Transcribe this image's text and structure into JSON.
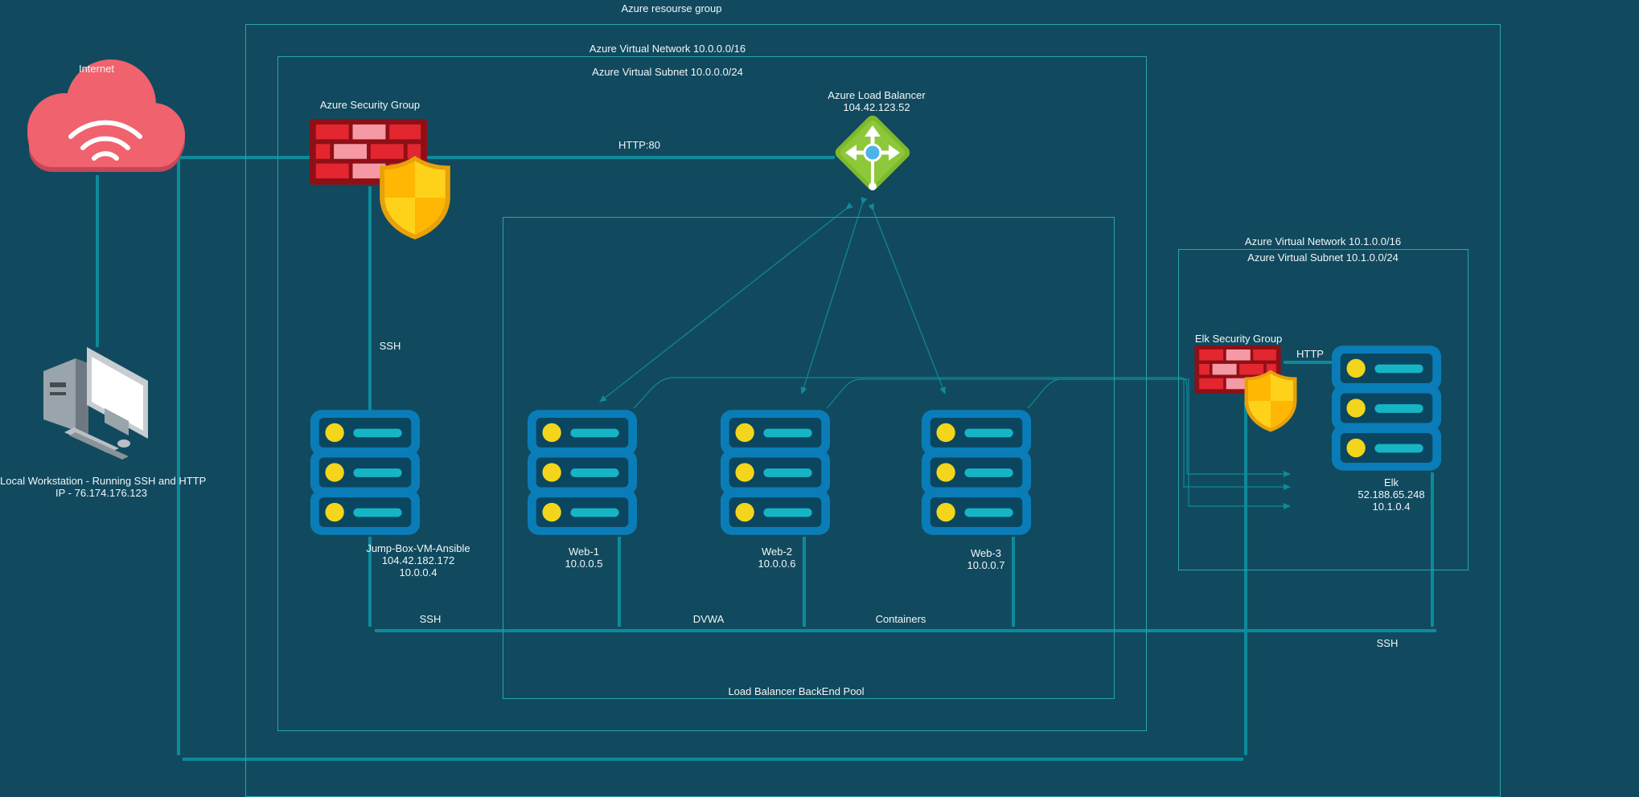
{
  "diagram": {
    "resource_group": "Azure resourse group",
    "vnet1": "Azure Virtual Network 10.0.0.0/16",
    "subnet1": "Azure Virtual Subnet 10.0.0.0/24",
    "vnet2": "Azure Virtual Network 10.1.0.0/16",
    "subnet2": "Azure Virtual Subnet 10.1.0.0/24",
    "internet": "Internet",
    "security_group": "Azure Security Group",
    "load_balancer": "Azure Load Balancer\n104.42.123.52",
    "http80": "HTTP:80",
    "ssh_vertical": "SSH",
    "backend_pool": "Load Balancer BackEnd Pool",
    "workstation": "Local Workstation - Running SSH and HTTP\nIP - 76.174.176.123",
    "jumpbox": "Jump-Box-VM-Ansible\n104.42.182.172\n10.0.0.4",
    "web1": "Web-1\n10.0.0.5",
    "web2": "Web-2\n10.0.0.6",
    "web3": "Web-3\n10.0.0.7",
    "elk_security_group": "Elk Security Group",
    "elk_http": "HTTP",
    "elk": "Elk\n52.188.65.248\n10.1.0.4",
    "bus_ssh": "SSH",
    "bus_dvwa": "DVWA",
    "bus_containers": "Containers",
    "ssh_right": "SSH"
  },
  "colors": {
    "background": "#114a5e",
    "line": "#0e8a9a",
    "box_border": "#2aa3ab",
    "server": "#0a7db8",
    "led": "#f3d51c",
    "slot": "#16b5c6",
    "cloud": "#f0626d",
    "firewall": "#c4222c",
    "shield": "#ffc20e",
    "load_balancer": "#7fb82a"
  },
  "icons": [
    "cloud-wifi-icon",
    "firewall-icon",
    "shield-icon",
    "load-balancer-icon",
    "server-icon",
    "workstation-icon"
  ]
}
